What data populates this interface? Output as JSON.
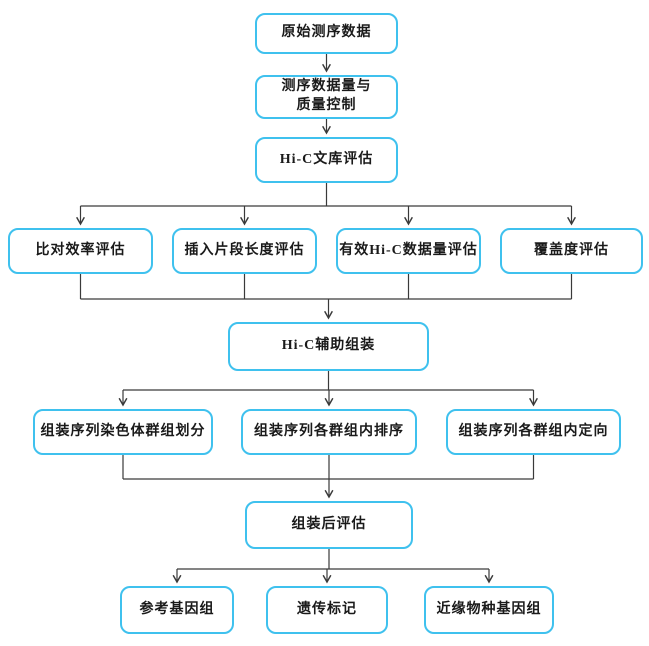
{
  "diagram": {
    "type": "flowchart",
    "colors": {
      "node_border": "#3fc1ee",
      "node_fill": "#ffffff",
      "connector": "#3a3a3a",
      "text": "#1a1a1a"
    },
    "nodes": [
      {
        "id": "raw-sequencing-data",
        "label": "原始测序数据"
      },
      {
        "id": "data-volume-quality-control",
        "label": "测序数据量与",
        "label2": "质量控制"
      },
      {
        "id": "hic-library-evaluation",
        "label": "Hi-C文库评估"
      },
      {
        "id": "alignment-efficiency-eval",
        "label": "比对效率评估"
      },
      {
        "id": "insert-size-eval",
        "label": "插入片段长度评估"
      },
      {
        "id": "valid-hic-data-eval",
        "label": "有效Hi-C数据量评估"
      },
      {
        "id": "coverage-eval",
        "label": "覆盖度评估"
      },
      {
        "id": "hic-assisted-assembly",
        "label": "Hi-C辅助组装"
      },
      {
        "id": "chromosome-group-clustering",
        "label": "组装序列染色体群组划分"
      },
      {
        "id": "intra-group-ordering",
        "label": "组装序列各群组内排序"
      },
      {
        "id": "intra-group-orientation",
        "label": "组装序列各群组内定向"
      },
      {
        "id": "post-assembly-evaluation",
        "label": "组装后评估"
      },
      {
        "id": "reference-genome",
        "label": "参考基因组"
      },
      {
        "id": "genetic-markers",
        "label": "遗传标记"
      },
      {
        "id": "related-species-genome",
        "label": "近缘物种基因组"
      }
    ],
    "edges": [
      {
        "from": "raw-sequencing-data",
        "to": "data-volume-quality-control"
      },
      {
        "from": "data-volume-quality-control",
        "to": "hic-library-evaluation"
      },
      {
        "from": "hic-library-evaluation",
        "to": "alignment-efficiency-eval"
      },
      {
        "from": "hic-library-evaluation",
        "to": "insert-size-eval"
      },
      {
        "from": "hic-library-evaluation",
        "to": "valid-hic-data-eval"
      },
      {
        "from": "hic-library-evaluation",
        "to": "coverage-eval"
      },
      {
        "from": "alignment-efficiency-eval",
        "to": "hic-assisted-assembly"
      },
      {
        "from": "insert-size-eval",
        "to": "hic-assisted-assembly"
      },
      {
        "from": "valid-hic-data-eval",
        "to": "hic-assisted-assembly"
      },
      {
        "from": "coverage-eval",
        "to": "hic-assisted-assembly"
      },
      {
        "from": "hic-assisted-assembly",
        "to": "chromosome-group-clustering"
      },
      {
        "from": "hic-assisted-assembly",
        "to": "intra-group-ordering"
      },
      {
        "from": "hic-assisted-assembly",
        "to": "intra-group-orientation"
      },
      {
        "from": "chromosome-group-clustering",
        "to": "post-assembly-evaluation"
      },
      {
        "from": "intra-group-ordering",
        "to": "post-assembly-evaluation"
      },
      {
        "from": "intra-group-orientation",
        "to": "post-assembly-evaluation"
      },
      {
        "from": "post-assembly-evaluation",
        "to": "reference-genome"
      },
      {
        "from": "post-assembly-evaluation",
        "to": "genetic-markers"
      },
      {
        "from": "post-assembly-evaluation",
        "to": "related-species-genome"
      }
    ]
  }
}
